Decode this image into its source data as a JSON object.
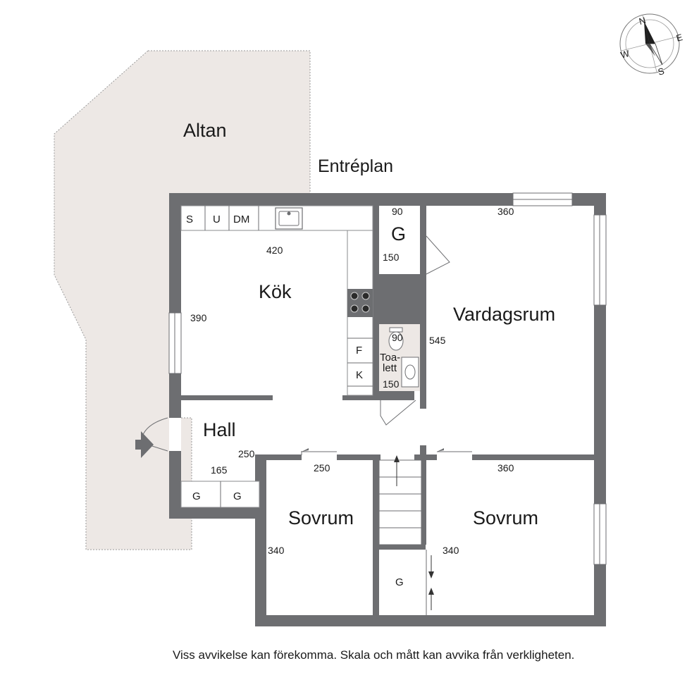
{
  "plan_title": "Entréplan",
  "rooms": {
    "altan": "Altan",
    "kok": "Kök",
    "vardagsrum": "Vardagsrum",
    "hall": "Hall",
    "sovrum_left": "Sovrum",
    "sovrum_right": "Sovrum",
    "garderob": "G",
    "toalett_1": "Toa-",
    "toalett_2": "lett"
  },
  "fixtures": {
    "s": "S",
    "u": "U",
    "dm": "DM",
    "f": "F",
    "k": "K",
    "hall_g1": "G",
    "hall_g2": "G",
    "stair_g": "G"
  },
  "dimensions": {
    "kok_width": "420",
    "kok_depth": "390",
    "g_width": "90",
    "g_depth": "150",
    "vardagsrum_width": "360",
    "vardagsrum_depth": "545",
    "wc_width": "90",
    "wc_depth": "150",
    "hall_depth": "250",
    "hall_width": "165",
    "sovrum_left_width": "250",
    "sovrum_left_depth": "340",
    "sovrum_right_width": "360",
    "sovrum_right_depth": "340"
  },
  "compass": {
    "n": "N",
    "e": "E",
    "s": "S",
    "w": "W"
  },
  "disclaimer": "Viss avvikelse kan förekomma. Skala och mått kan avvika från verkligheten.",
  "colors": {
    "wall": "#6d6e71",
    "deck": "#ede8e5",
    "background": "#ffffff"
  }
}
